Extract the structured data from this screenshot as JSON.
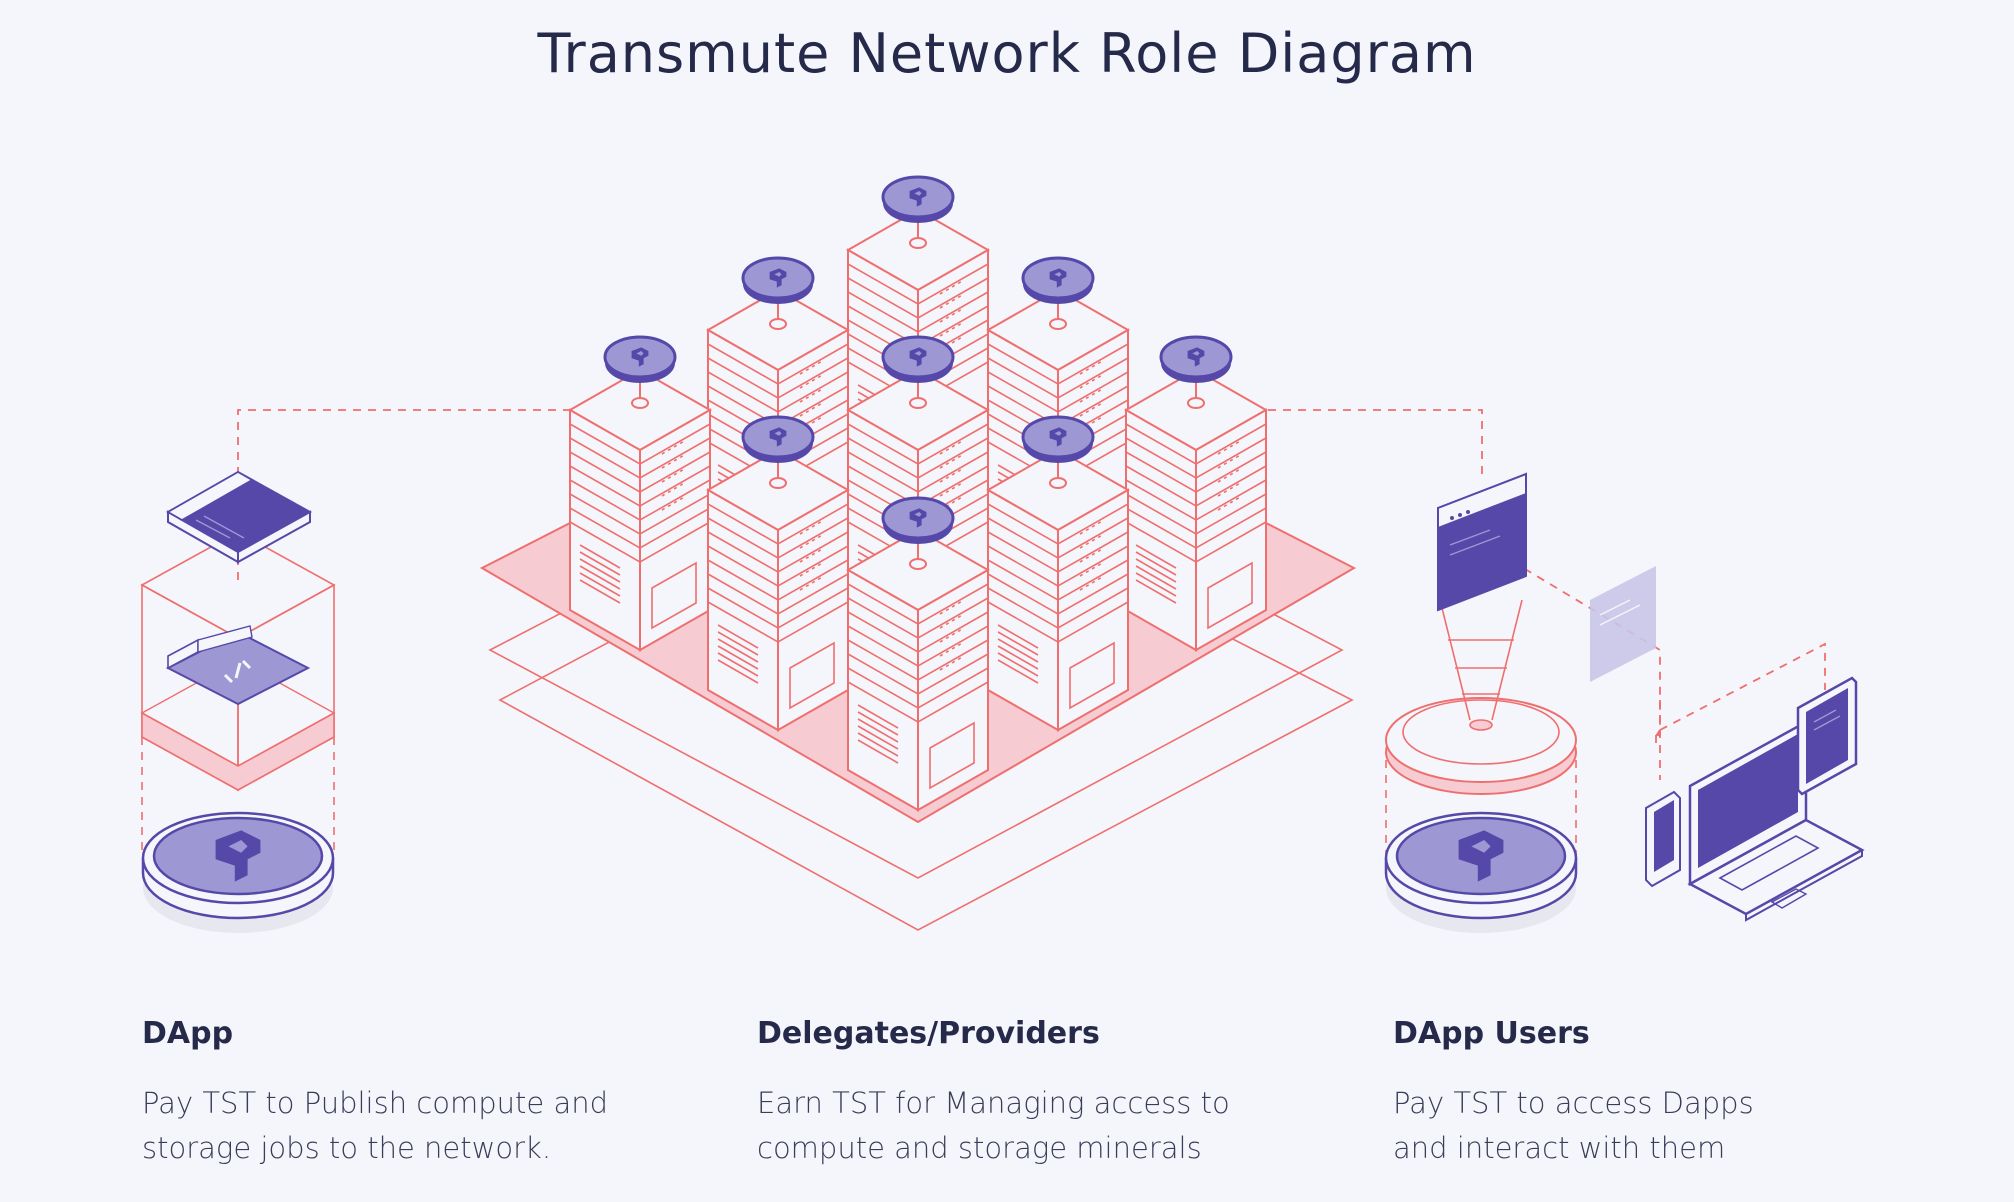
{
  "title": "Transmute Network Role Diagram",
  "colors": {
    "accent_purple": "#5548a9",
    "light_purple": "#9d97d4",
    "coral": "#ef6f6f",
    "coral_fill": "#f6ccd2",
    "text_dark": "#262a4a",
    "background": "#f5f6fb"
  },
  "diagram": {
    "groups": [
      {
        "id": "dapp",
        "icons": [
          "browser-window-icon",
          "code-layer-icon",
          "tst-token-icon"
        ]
      },
      {
        "id": "delegates",
        "icons": [
          "server-tower-icon",
          "tst-token-icon",
          "platform-icon"
        ]
      },
      {
        "id": "users",
        "icons": [
          "browser-window-icon",
          "tst-token-icon",
          "laptop-icon",
          "tablet-icon",
          "phone-icon"
        ]
      }
    ]
  },
  "roles": [
    {
      "title": "DApp",
      "description_lines": [
        "Pay TST to Publish compute and",
        "storage jobs to the network."
      ]
    },
    {
      "title": "Delegates/Providers",
      "description_lines": [
        "Earn TST for Managing access to",
        "compute and storage minerals"
      ]
    },
    {
      "title": "DApp Users",
      "description_lines": [
        "Pay TST to access Dapps",
        "and interact with them"
      ]
    }
  ]
}
